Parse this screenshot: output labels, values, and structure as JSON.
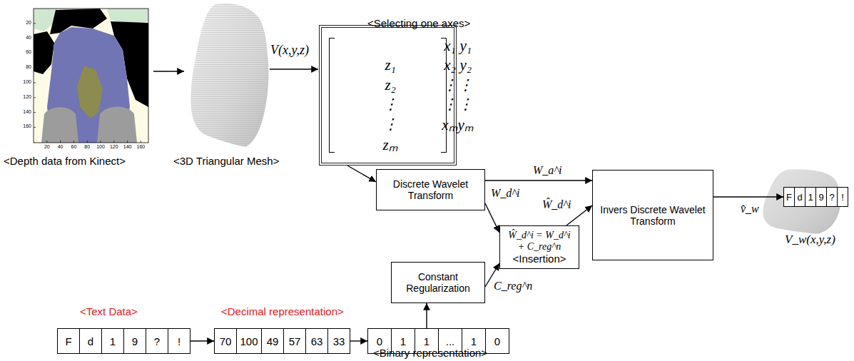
{
  "diagram": {
    "nodes": [
      {
        "text": [
          "<Selecting one axes>",
          "x₁",
          "y₁",
          "z₁",
          "x₂",
          "y₂",
          "z₂",
          "⋮",
          "⋮",
          "⋮",
          "⋮",
          "⋮",
          "⋮",
          "xₘ",
          "yₘ",
          "zₘ"
        ]
      },
      {
        "text": [
          "Discrete Wavelet Transform"
        ]
      },
      {
        "text": [
          "Ŵ_d^i = W_d^i + C_reg^n",
          "<Insertion>"
        ]
      },
      {
        "text": [
          "Constant Regularization"
        ]
      },
      {
        "text": [
          "Invers Discrete Wavelet Transform"
        ]
      },
      {
        "text": [
          "F"
        ]
      },
      {
        "text": [
          "d"
        ]
      },
      {
        "text": [
          "1"
        ]
      },
      {
        "text": [
          "9"
        ]
      },
      {
        "text": [
          "?"
        ]
      },
      {
        "text": [
          "!"
        ]
      },
      {
        "text": [
          "F"
        ]
      },
      {
        "text": [
          "d"
        ]
      },
      {
        "text": [
          "1"
        ]
      },
      {
        "text": [
          "9"
        ]
      },
      {
        "text": [
          "?"
        ]
      },
      {
        "text": [
          "!"
        ]
      },
      {
        "text": [
          "70"
        ]
      },
      {
        "text": [
          "100"
        ]
      },
      {
        "text": [
          "49"
        ]
      },
      {
        "text": [
          "57"
        ]
      },
      {
        "text": [
          "63"
        ]
      },
      {
        "text": [
          "33"
        ]
      },
      {
        "text": [
          "0"
        ]
      },
      {
        "text": [
          "1"
        ]
      },
      {
        "text": [
          "1"
        ]
      },
      {
        "text": [
          "..."
        ]
      },
      {
        "text": [
          "1"
        ]
      },
      {
        "text": [
          "0"
        ]
      }
    ],
    "edges": [
      {
        "from": 0,
        "to": 1,
        "arrow": "to"
      },
      {
        "from": 1,
        "to": 4,
        "arrow": "to",
        "label": "W_a^i"
      },
      {
        "from": 1,
        "to": 2,
        "arrow": "to",
        "label": "W_d^i"
      },
      {
        "from": 3,
        "to": 2,
        "arrow": "to",
        "label": "C_reg^n"
      },
      {
        "from": 2,
        "to": 4,
        "arrow": "to",
        "label": "Ŵ_d^i"
      },
      {
        "from": 4,
        "to": 5,
        "arrow": "to",
        "label": "v̂_w"
      },
      {
        "from": 16,
        "to": 17,
        "arrow": "to"
      },
      {
        "from": 22,
        "to": 23,
        "arrow": "to"
      },
      {
        "from": 25,
        "to": 3,
        "arrow": "to"
      }
    ],
    "labels": [
      "20",
      "40",
      "60",
      "80",
      "100",
      "120",
      "140",
      "160",
      "20",
      "40",
      "60",
      "80",
      "100",
      "120",
      "140",
      "160",
      "<Depth data from Kinect>",
      "<3D Triangular Mesh>",
      "V(x,y,z)",
      "<Text Data>",
      "<Decimal representation>",
      "<Binary representation>",
      "V_w(x,y,z)"
    ]
  }
}
